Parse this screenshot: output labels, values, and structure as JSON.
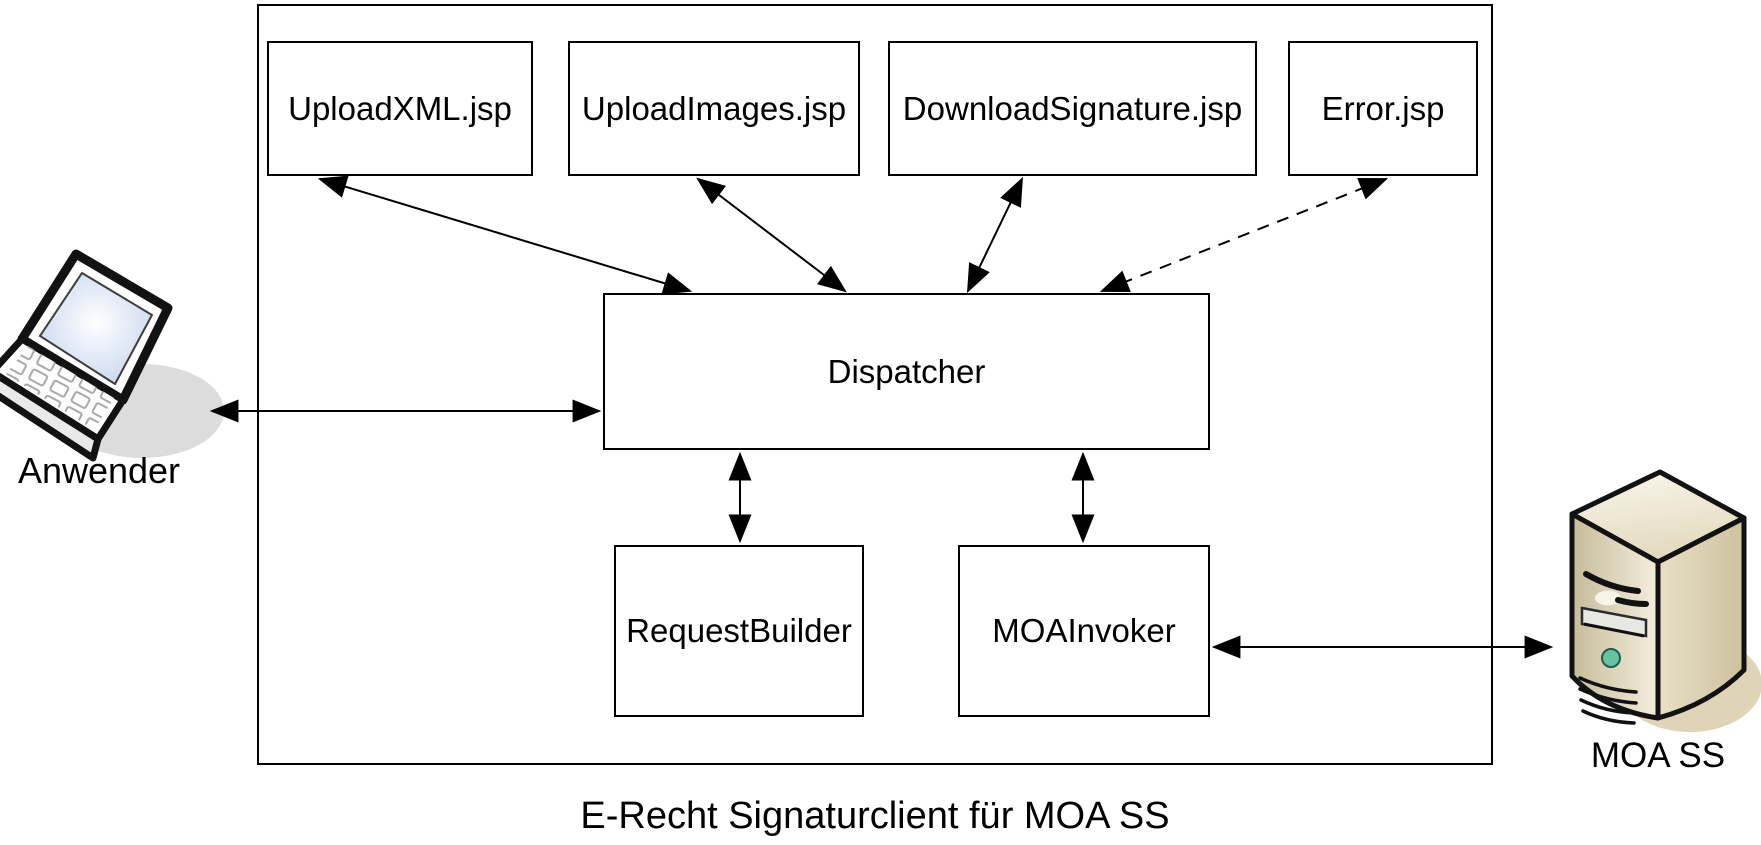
{
  "diagram": {
    "caption": "E-Recht Signaturclient für MOA SS",
    "nodes": {
      "upload_xml": {
        "label": "UploadXML.jsp"
      },
      "upload_images": {
        "label": "UploadImages.jsp"
      },
      "download_signature": {
        "label": "DownloadSignature.jsp"
      },
      "error": {
        "label": "Error.jsp"
      },
      "dispatcher": {
        "label": "Dispatcher"
      },
      "request_builder": {
        "label": "RequestBuilder"
      },
      "moa_invoker": {
        "label": "MOAInvoker"
      }
    },
    "actors": {
      "user": {
        "label": "Anwender",
        "icon": "laptop-icon"
      },
      "server": {
        "label": "MOA SS",
        "icon": "server-tower-icon"
      }
    },
    "edges": [
      {
        "from": "UploadXML.jsp",
        "to": "Dispatcher",
        "style": "solid",
        "bidirectional": true
      },
      {
        "from": "UploadImages.jsp",
        "to": "Dispatcher",
        "style": "solid",
        "bidirectional": true
      },
      {
        "from": "DownloadSignature.jsp",
        "to": "Dispatcher",
        "style": "solid",
        "bidirectional": true
      },
      {
        "from": "Error.jsp",
        "to": "Dispatcher",
        "style": "dashed",
        "bidirectional": true
      },
      {
        "from": "Dispatcher",
        "to": "RequestBuilder",
        "style": "solid",
        "bidirectional": true
      },
      {
        "from": "Dispatcher",
        "to": "MOAInvoker",
        "style": "solid",
        "bidirectional": true
      },
      {
        "from": "Anwender",
        "to": "Dispatcher",
        "style": "solid",
        "bidirectional": true
      },
      {
        "from": "MOAInvoker",
        "to": "MOA SS",
        "style": "solid",
        "bidirectional": true
      }
    ],
    "colors": {
      "line": "#000000",
      "box_fill": "#ffffff",
      "laptop_screen": "#cfdcef",
      "laptop_shadow": "#dcdcdc",
      "server_front": "#c6bc9b",
      "server_top": "#f7f3e6",
      "server_side": "#d5caa7",
      "server_shadow": "#dfd4b8",
      "led_green": "#67c2a2"
    }
  }
}
